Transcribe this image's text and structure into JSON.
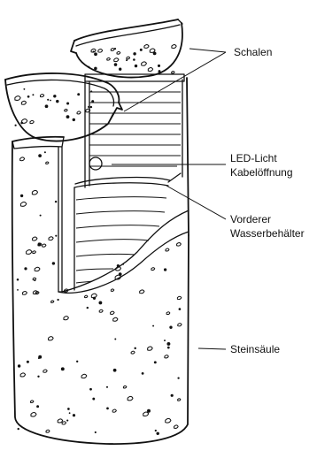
{
  "labels": {
    "bowls": "Schalen",
    "led_light": "LED-Licht",
    "cable_opening": "Kabelöffnung",
    "front_reservoir_line1": "Vorderer",
    "front_reservoir_line2": "Wasserbehälter",
    "stone_column": "Steinsäule"
  },
  "icons": {
    "pointer_arrow": "arrow-left-icon"
  }
}
